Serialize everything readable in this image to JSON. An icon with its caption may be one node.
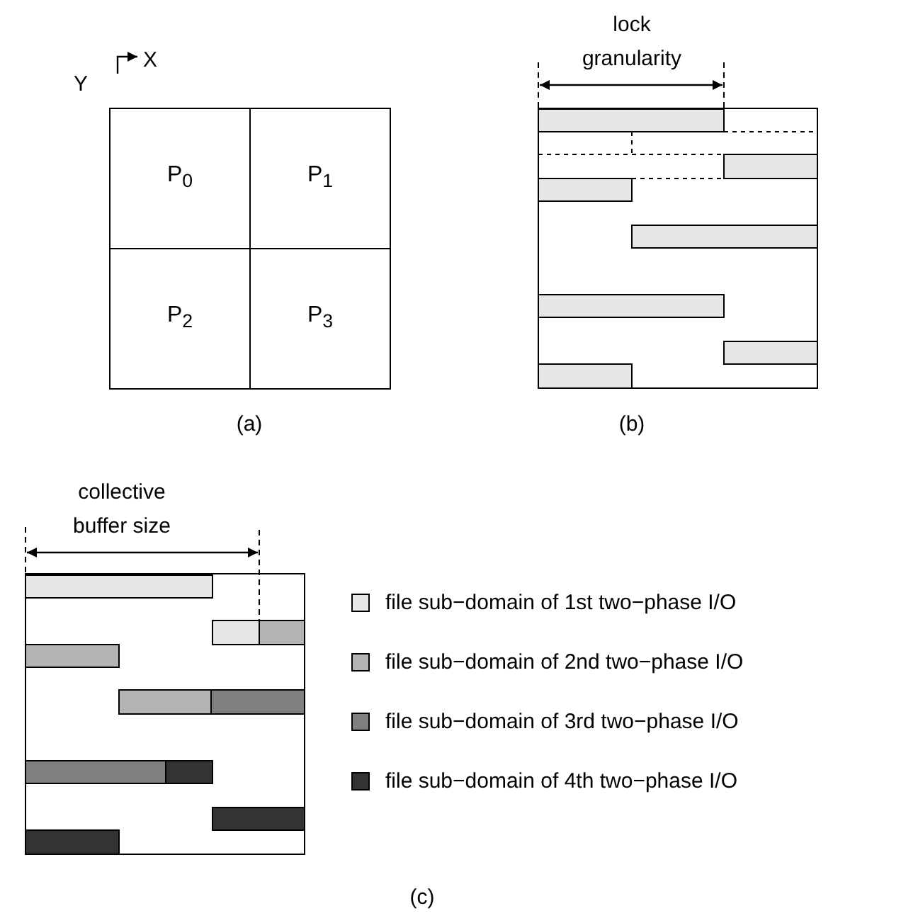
{
  "diagram": {
    "nodes": [
      {
        "text": [
          "P$_{0}$"
        ]
      },
      {
        "text": [
          "P$_{1}$"
        ]
      },
      {
        "text": [
          "P$_{2}$"
        ]
      },
      {
        "text": [
          "P$_{3}$"
        ]
      }
    ],
    "labels": [
      "lock granularity",
      "X",
      "Y",
      "(a)",
      "(b)",
      "collective buffer size",
      "(c)"
    ],
    "legend": [
      {
        "text": "file sub−domain of 1st two−phase I/O",
        "color": "#e6e6e6"
      },
      {
        "text": "file sub−domain of 2nd two−phase I/O",
        "color": "#b3b3b3"
      },
      {
        "text": "file sub−domain of 3rd two−phase I/O",
        "color": "#808080"
      },
      {
        "text": "file sub−domain of 4th two−phase I/O",
        "color": "#333333"
      }
    ]
  }
}
